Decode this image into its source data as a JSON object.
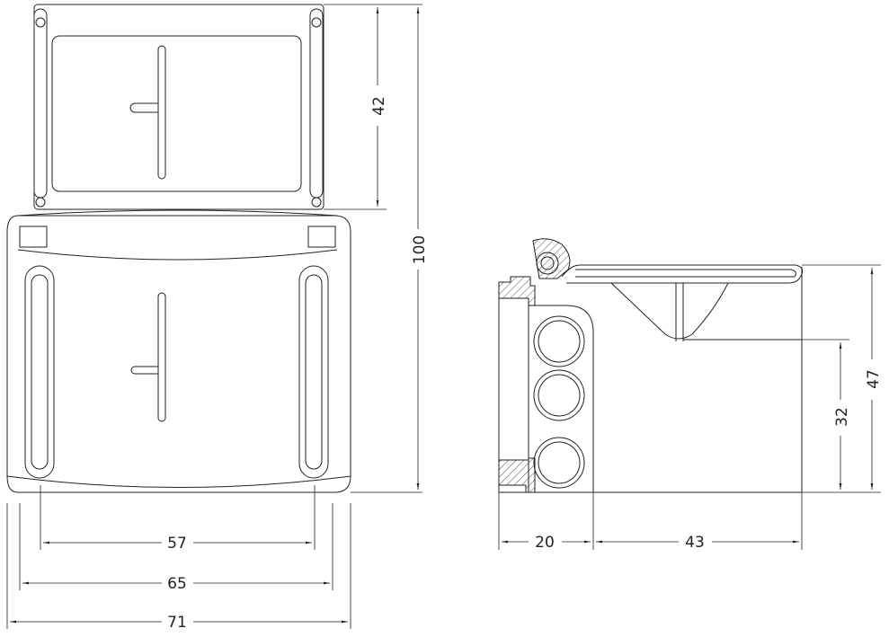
{
  "drawing": {
    "front_view": {
      "dims": {
        "upper_height": "42",
        "total_height": "100",
        "slot_spacing": "57",
        "inner_width": "65",
        "total_width": "71"
      }
    },
    "side_view": {
      "dims": {
        "depth": "47",
        "lower_height": "32",
        "tube_width": "20",
        "body_depth": "43"
      }
    },
    "line_color": "#222222"
  }
}
